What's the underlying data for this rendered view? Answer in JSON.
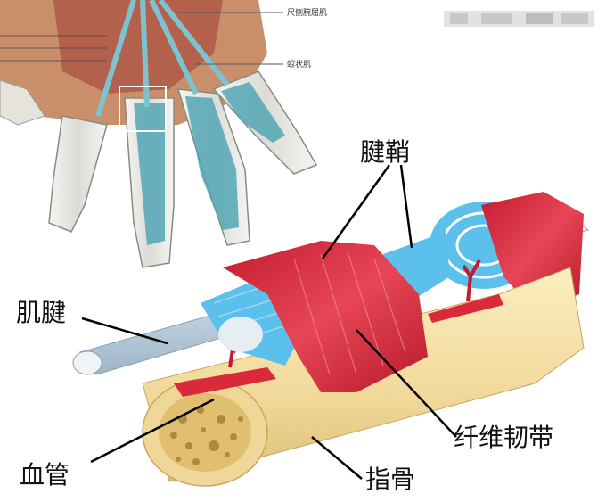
{
  "hand_inset": {
    "labels": {
      "top": "尺侧腕屈肌",
      "side": "蚓状肌"
    },
    "watermark": "■■■ ■■■■■"
  },
  "main_labels": {
    "tendon_sheath": "腱鞘",
    "tendon": "肌腱",
    "blood_vessel": "血管",
    "fibrous_band": "纤维韧带",
    "phalanx": "指骨"
  },
  "colors": {
    "bone": "#f3dfa0",
    "sheath_red": "#d92a3a",
    "sheath_blue": "#5cc0ec",
    "tendon": "#d6e6f0",
    "line": "#000000"
  }
}
